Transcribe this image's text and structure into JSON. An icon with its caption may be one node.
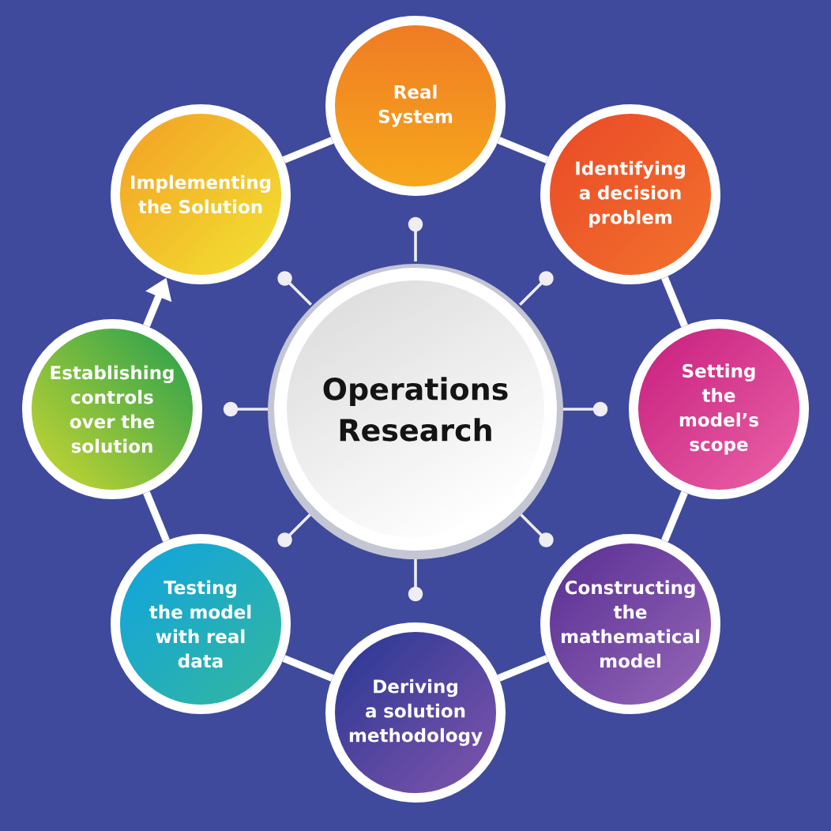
{
  "diagram": {
    "nodes": [
      {
        "text": [
          "Operations Research"
        ]
      },
      {
        "text": [
          "Real System"
        ]
      },
      {
        "text": [
          "Identifying a decision problem"
        ]
      },
      {
        "text": [
          "Setting the model’s scope"
        ]
      },
      {
        "text": [
          "Constructing the mathematical model"
        ]
      },
      {
        "text": [
          "Deriving a solution methodology"
        ]
      },
      {
        "text": [
          "Testing the model with real data"
        ]
      },
      {
        "text": [
          "Establishing controls over the solution"
        ]
      },
      {
        "text": [
          "Implementing the Solution"
        ]
      }
    ],
    "edges": [
      {
        "from": 1,
        "to": 2,
        "arrow": "none"
      },
      {
        "from": 2,
        "to": 3,
        "arrow": "none"
      },
      {
        "from": 3,
        "to": 4,
        "arrow": "none"
      },
      {
        "from": 4,
        "to": 5,
        "arrow": "none"
      },
      {
        "from": 5,
        "to": 6,
        "arrow": "none"
      },
      {
        "from": 6,
        "to": 7,
        "arrow": "none"
      },
      {
        "from": 7,
        "to": 8,
        "arrow": "to"
      },
      {
        "from": 8,
        "to": 1,
        "arrow": "none"
      }
    ]
  }
}
